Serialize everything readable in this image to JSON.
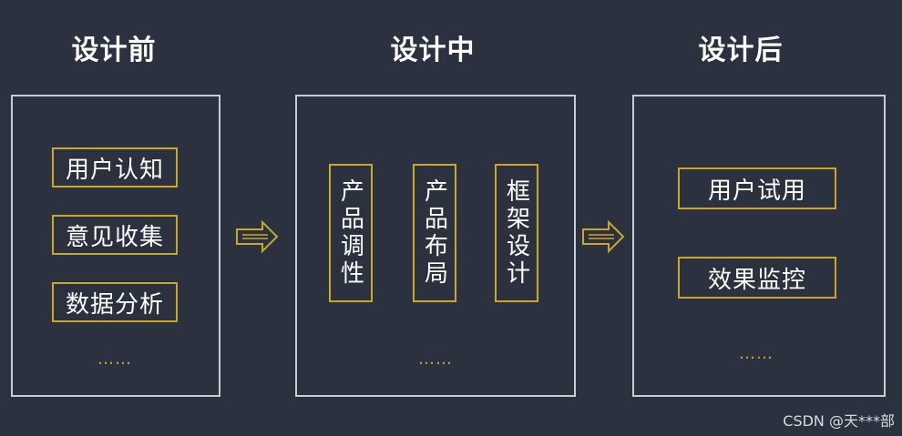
{
  "stages": [
    {
      "title": "设计前",
      "items": [
        "用户认知",
        "意见收集",
        "数据分析"
      ],
      "ellipsis": "……"
    },
    {
      "title": "设计中",
      "items": [
        "产品调性",
        "产品布局",
        "框架设计"
      ],
      "ellipsis": "……"
    },
    {
      "title": "设计后",
      "items": [
        "用户试用",
        "效果监控"
      ],
      "ellipsis": "……"
    }
  ],
  "watermark": "CSDN @天***部",
  "colors": {
    "background": "#2c3140",
    "panel_border": "#c8cbd2",
    "item_border": "#c9a72a",
    "text": "#ffffff"
  },
  "icons": [
    "double-arrow-right-icon",
    "double-arrow-right-icon"
  ]
}
